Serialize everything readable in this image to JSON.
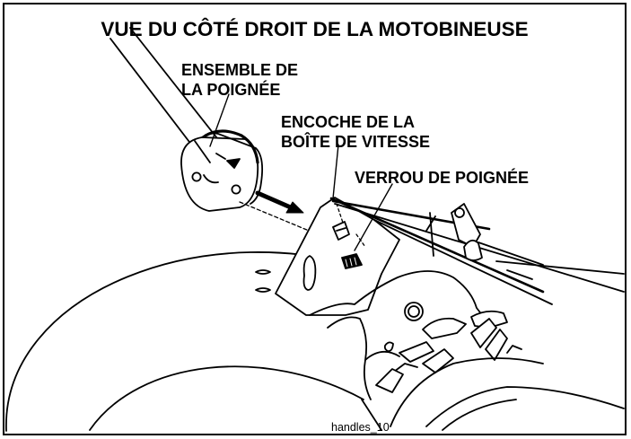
{
  "title": "VUE DU CÔTÉ DROIT DE LA MOTOBINEUSE",
  "labels": {
    "handle_assembly": [
      "ENSEMBLE DE",
      "LA POIGNÉE"
    ],
    "gearbox_notch": [
      "ENCOCHE DE LA",
      "BOÎTE DE VITESSE"
    ],
    "handle_lock": [
      "VERROU DE POIGNÉE"
    ]
  },
  "caption": "handles_10",
  "colors": {
    "ink": "#000000",
    "paper": "#ffffff"
  },
  "icons": [
    "direction-arrow-icon"
  ]
}
